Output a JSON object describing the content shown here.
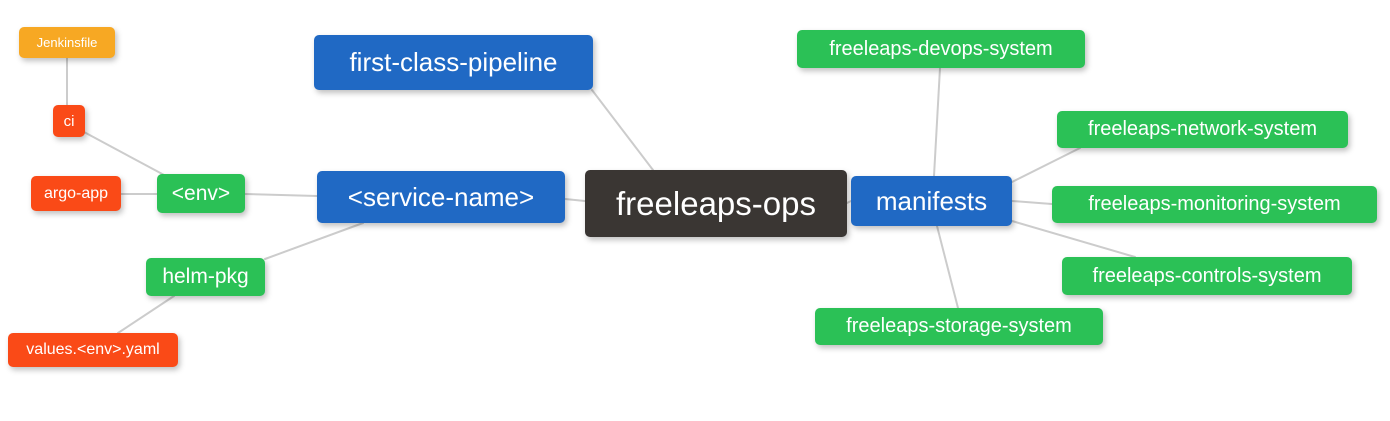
{
  "diagram": {
    "type": "mindmap",
    "background": "#ffffff",
    "edge_color": "#cccccc",
    "palette": {
      "blue": "#2069c4",
      "green": "#2bc156",
      "red": "#fa4a17",
      "orange": "#f7a823",
      "dark": "#3a3633",
      "text": "#ffffff"
    },
    "root": "freeleaps-ops",
    "nodes": [
      {
        "id": "jenkinsfile",
        "label": "Jenkinsfile",
        "color": "orange"
      },
      {
        "id": "ci",
        "label": "ci",
        "color": "red"
      },
      {
        "id": "argo-app",
        "label": "argo-app",
        "color": "red"
      },
      {
        "id": "env",
        "label": "<env>",
        "color": "green"
      },
      {
        "id": "helm-pkg",
        "label": "helm-pkg",
        "color": "green"
      },
      {
        "id": "values-env-yaml",
        "label": "values.<env>.yaml",
        "color": "red"
      },
      {
        "id": "first-class-pipeline",
        "label": "first-class-pipeline",
        "color": "blue"
      },
      {
        "id": "service-name",
        "label": "<service-name>",
        "color": "blue"
      },
      {
        "id": "freeleaps-ops",
        "label": "freeleaps-ops",
        "color": "dark"
      },
      {
        "id": "manifests",
        "label": "manifests",
        "color": "blue"
      },
      {
        "id": "freeleaps-devops-system",
        "label": "freeleaps-devops-system",
        "color": "green"
      },
      {
        "id": "freeleaps-network-system",
        "label": "freeleaps-network-system",
        "color": "green"
      },
      {
        "id": "freeleaps-monitoring-system",
        "label": "freeleaps-monitoring-system",
        "color": "green"
      },
      {
        "id": "freeleaps-controls-system",
        "label": "freeleaps-controls-system",
        "color": "green"
      },
      {
        "id": "freeleaps-storage-system",
        "label": "freeleaps-storage-system",
        "color": "green"
      }
    ],
    "edges": [
      {
        "from": "jenkinsfile",
        "to": "ci"
      },
      {
        "from": "ci",
        "to": "env"
      },
      {
        "from": "argo-app",
        "to": "env"
      },
      {
        "from": "env",
        "to": "service-name"
      },
      {
        "from": "helm-pkg",
        "to": "service-name"
      },
      {
        "from": "values-env-yaml",
        "to": "helm-pkg"
      },
      {
        "from": "first-class-pipeline",
        "to": "freeleaps-ops"
      },
      {
        "from": "service-name",
        "to": "freeleaps-ops"
      },
      {
        "from": "freeleaps-ops",
        "to": "manifests"
      },
      {
        "from": "manifests",
        "to": "freeleaps-devops-system"
      },
      {
        "from": "manifests",
        "to": "freeleaps-network-system"
      },
      {
        "from": "manifests",
        "to": "freeleaps-monitoring-system"
      },
      {
        "from": "manifests",
        "to": "freeleaps-controls-system"
      },
      {
        "from": "manifests",
        "to": "freeleaps-storage-system"
      }
    ]
  }
}
